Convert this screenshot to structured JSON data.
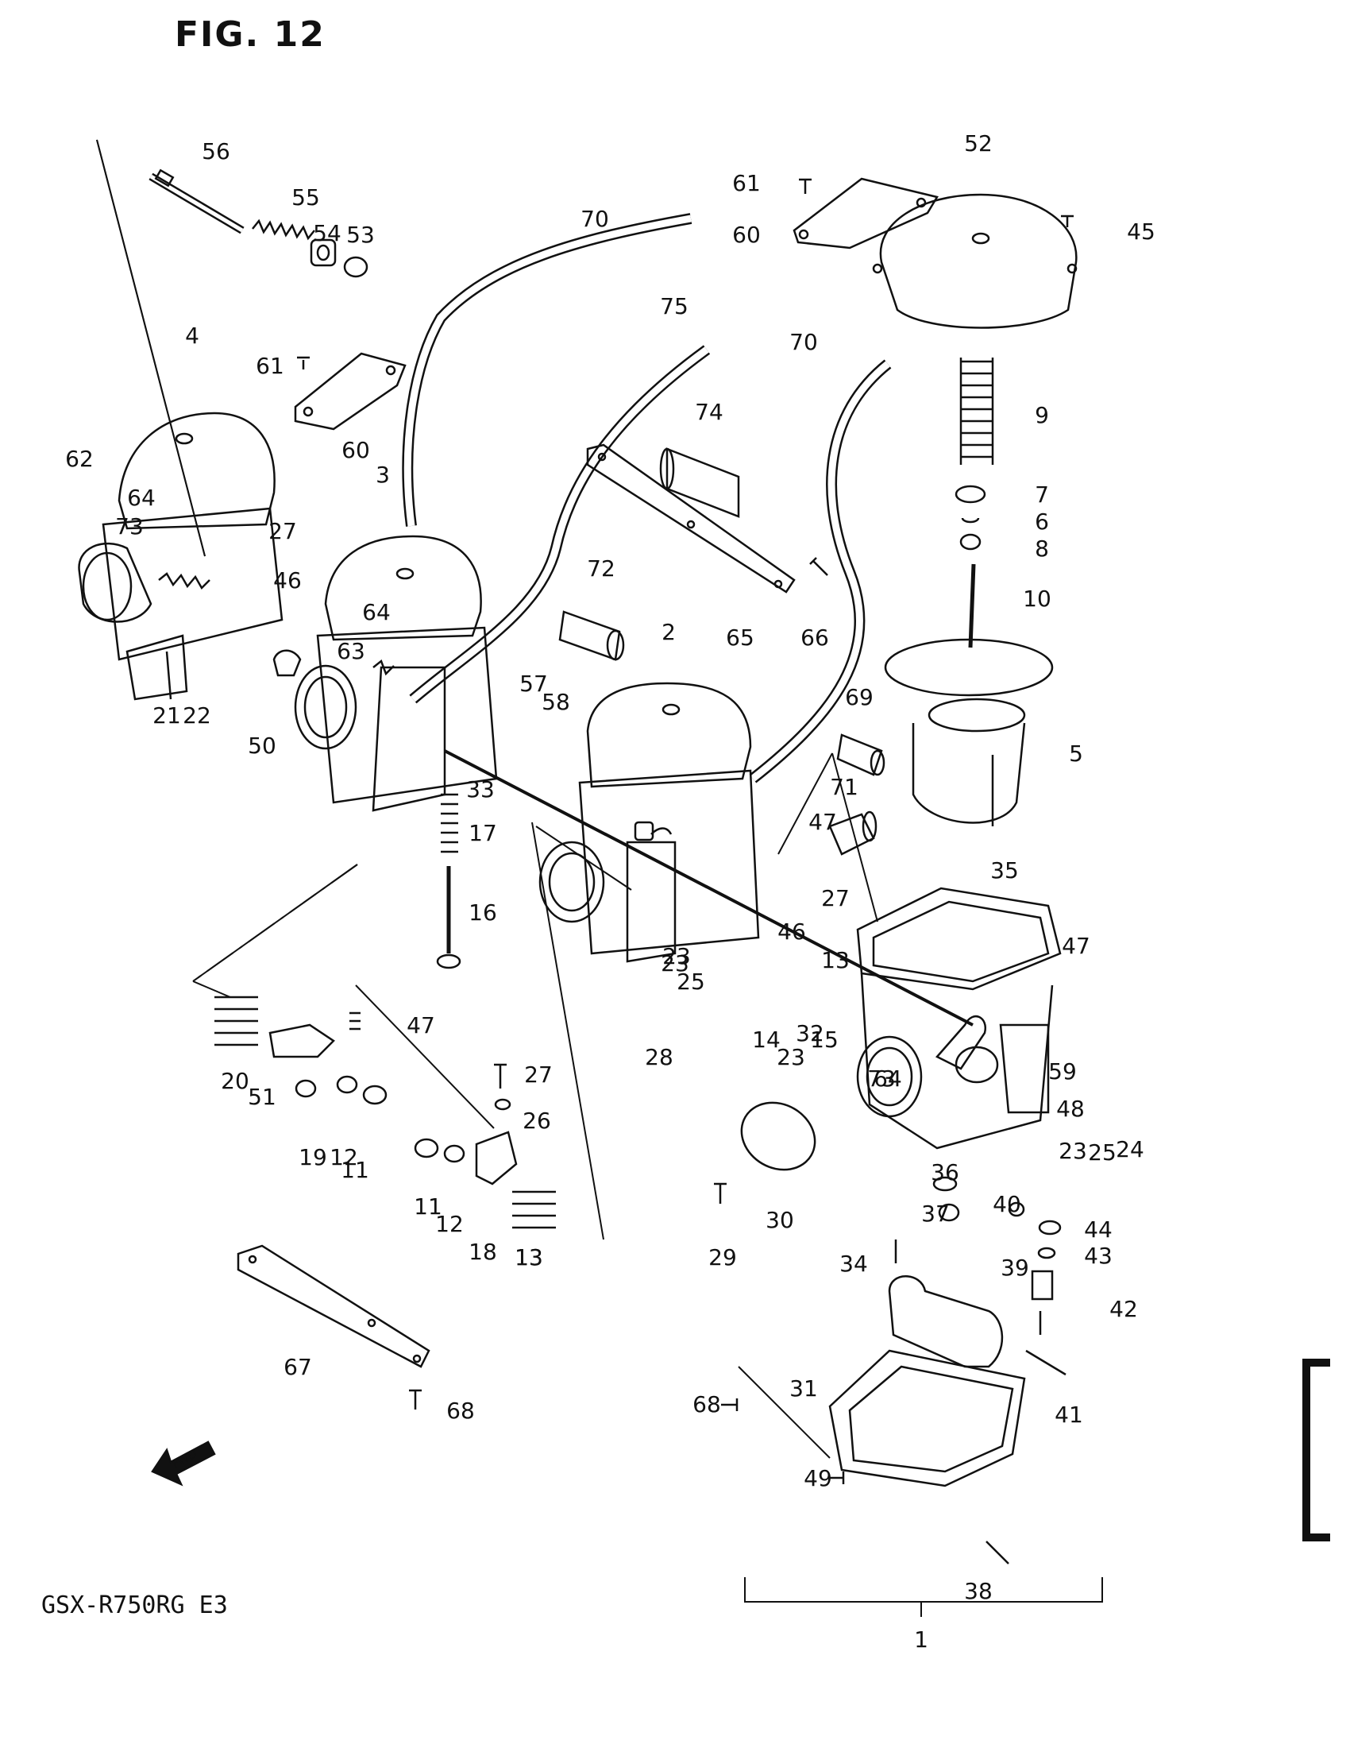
{
  "figure": {
    "title": "FIG. 12",
    "model": "GSX-R750RG E3",
    "fwd_label": "FWD"
  },
  "colors": {
    "ink": "#111111",
    "paper": "#ffffff"
  },
  "callouts": [
    "1",
    "2",
    "3",
    "4",
    "5",
    "6",
    "7",
    "8",
    "9",
    "10",
    "11",
    "11",
    "12",
    "12",
    "13",
    "13",
    "13",
    "14",
    "15",
    "16",
    "17",
    "18",
    "19",
    "20",
    "21",
    "22",
    "23",
    "23",
    "23",
    "23",
    "24",
    "25",
    "25",
    "26",
    "27",
    "27",
    "27",
    "28",
    "29",
    "30",
    "31",
    "32",
    "33",
    "34",
    "35",
    "36",
    "37",
    "38",
    "39",
    "40",
    "41",
    "42",
    "43",
    "44",
    "45",
    "46",
    "46",
    "47",
    "47",
    "47",
    "48",
    "49",
    "50",
    "51",
    "52",
    "53",
    "54",
    "55",
    "56",
    "57",
    "58",
    "59",
    "60",
    "60",
    "61",
    "61",
    "62",
    "63",
    "64",
    "64",
    "64",
    "65",
    "66",
    "67",
    "68",
    "68",
    "69",
    "70",
    "70",
    "71",
    "72",
    "73",
    "73",
    "74",
    "75"
  ]
}
